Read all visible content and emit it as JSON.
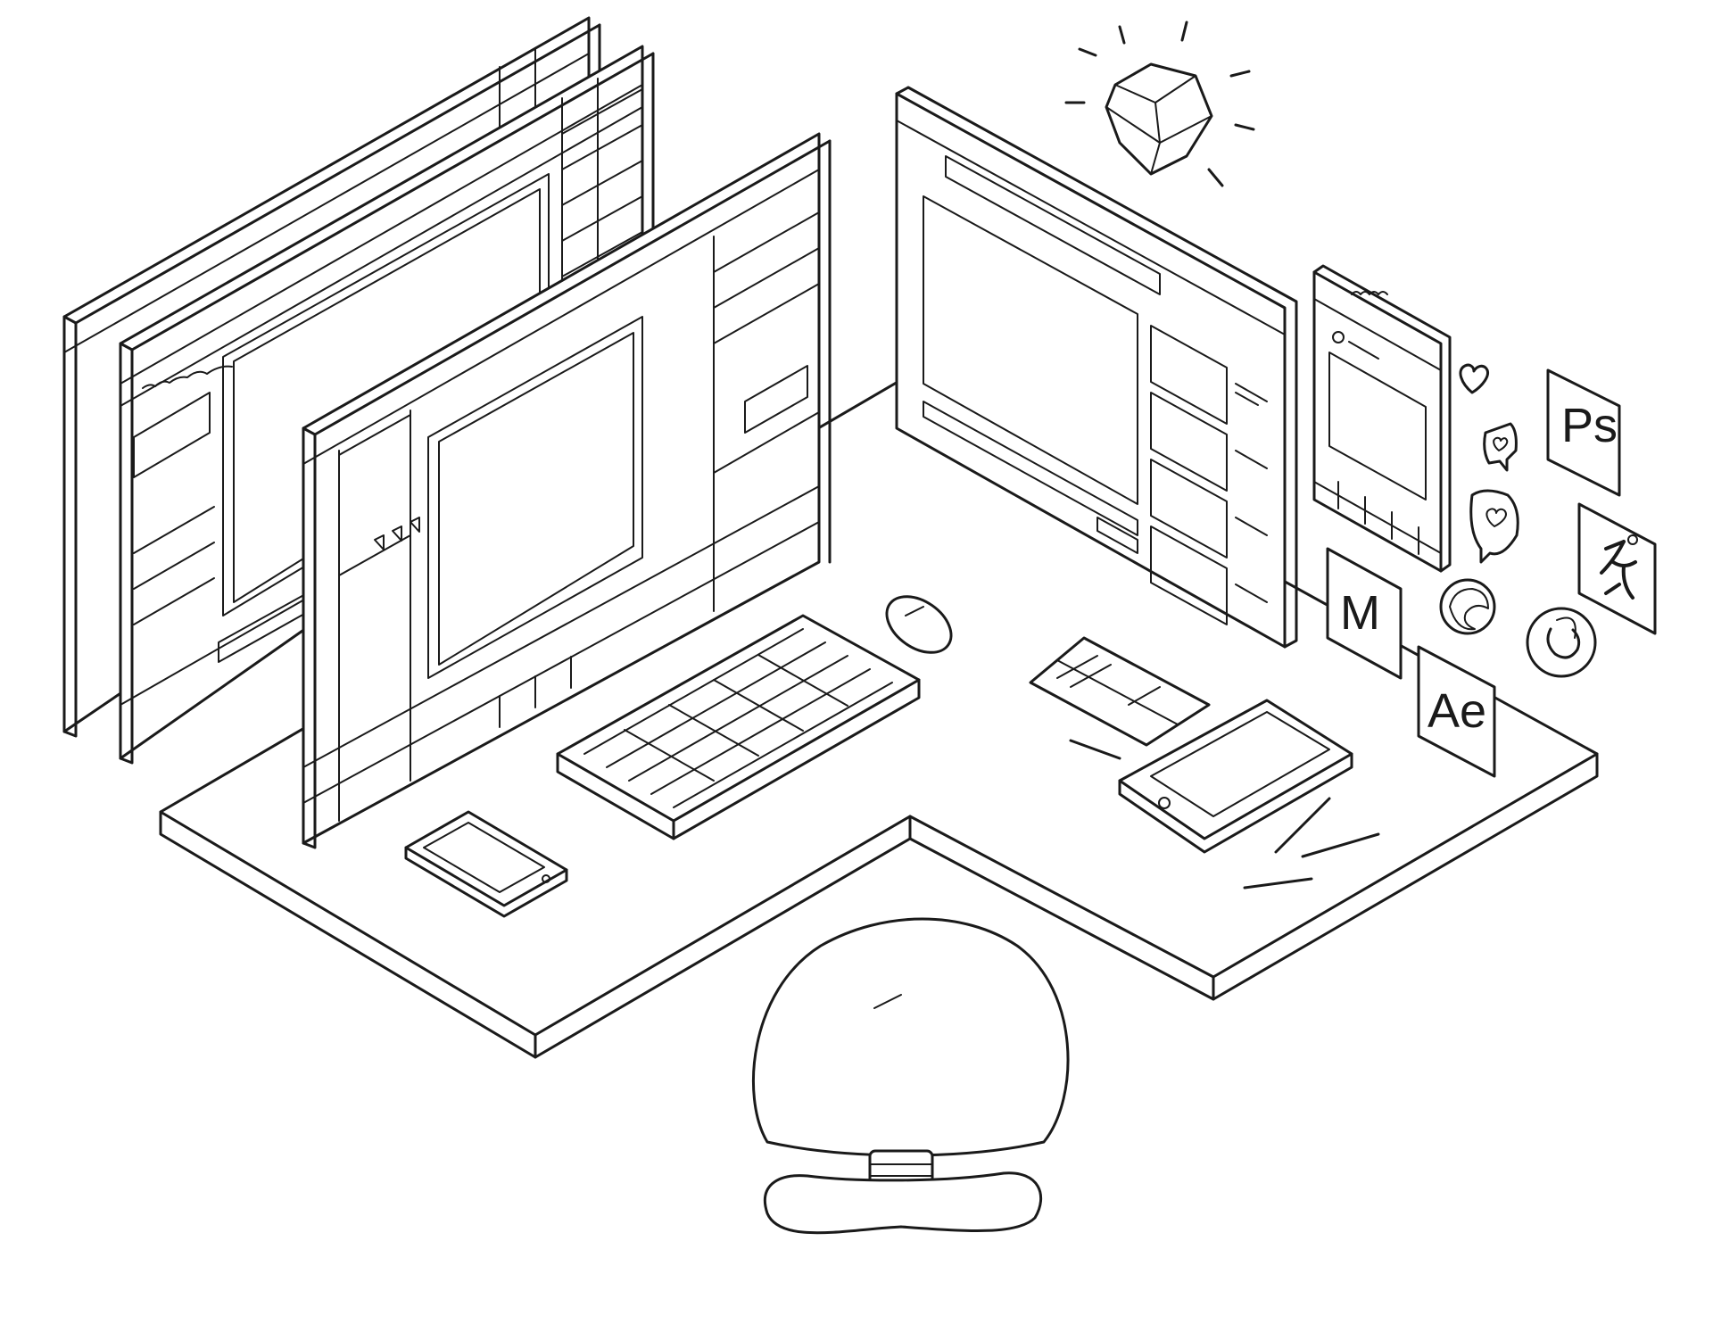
{
  "icons": {
    "photoshop": {
      "label": "Ps"
    },
    "after_effects": {
      "label": "Ae"
    },
    "maya": {
      "label": "M"
    }
  },
  "colors": {
    "ink": "#1a1a1a",
    "paper": "#ffffff"
  }
}
